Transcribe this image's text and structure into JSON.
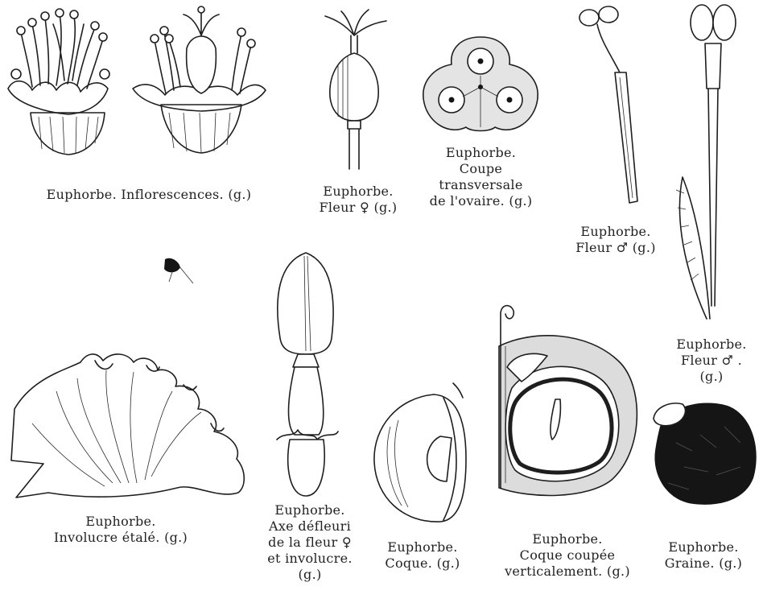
{
  "plate": {
    "figures": [
      {
        "id": "inflorescences",
        "caption": "Euphorbe. Inflorescences. (g.)"
      },
      {
        "id": "fleur-femelle",
        "caption": "Euphorbe.\nFleur ♀ (g.)"
      },
      {
        "id": "coupe-ovaire",
        "caption": "Euphorbe.\nCoupe\ntransversale\nde l'ovaire. (g.)"
      },
      {
        "id": "fleur-male-1",
        "caption": "Euphorbe.\nFleur ♂ (g.)"
      },
      {
        "id": "fleur-male-2",
        "caption": "Euphorbe.\nFleur ♂ .\n(g.)"
      },
      {
        "id": "involucre",
        "caption": "Euphorbe.\nInvolucre étalé. (g.)"
      },
      {
        "id": "axe-defleuri",
        "caption": "Euphorbe.\nAxe défleuri\nde la fleur ♀\net involucre.\n(g.)"
      },
      {
        "id": "coque",
        "caption": "Euphorbe.\nCoque. (g.)"
      },
      {
        "id": "coque-coupee",
        "caption": "Euphorbe.\nCoque coupée\nverticalement. (g.)"
      },
      {
        "id": "graine",
        "caption": "Euphorbe.\nGraine. (g.)"
      }
    ]
  }
}
